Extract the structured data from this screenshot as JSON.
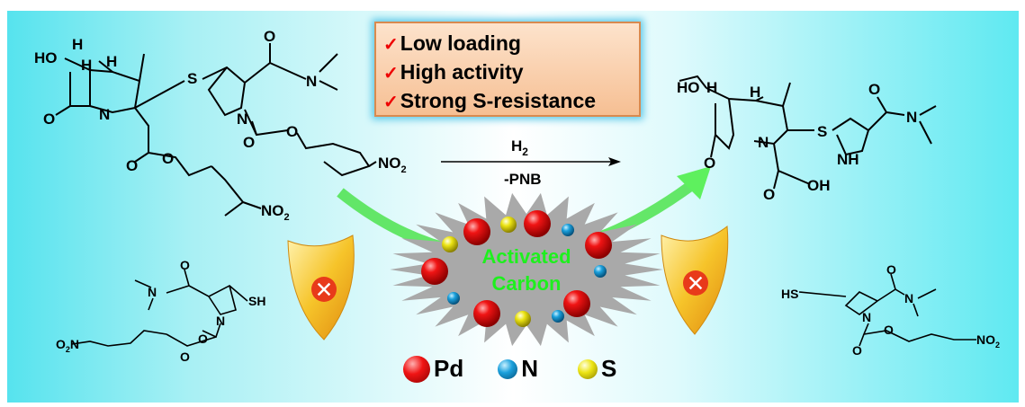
{
  "features": [
    "Low loading",
    "High activity",
    "Strong S-resistance"
  ],
  "reaction": {
    "reagent": "H2",
    "reagent_main": "H",
    "reagent_sub": "2",
    "byproduct": "-PNB"
  },
  "support": {
    "line1": "Activated",
    "line2": "Carbon"
  },
  "legend": [
    {
      "label": "Pd",
      "color": "#e81010"
    },
    {
      "label": "N",
      "color": "#1ba0dc"
    },
    {
      "label": "S",
      "color": "#e8e010"
    }
  ],
  "reactant_labels": {
    "ho": "HO",
    "h1": "H",
    "h2": "H",
    "h3": "H",
    "o_lactam": "O",
    "n_ring": "N",
    "s": "S",
    "n_pyr": "N",
    "o_amide": "O",
    "n_amide": "N",
    "o_carb1": "O",
    "o_carb2": "O",
    "o_ester1": "O",
    "o_ester2": "O",
    "no2_a": "NO",
    "no2_b": "NO"
  },
  "product_labels": {
    "ho": "HO",
    "h1": "H",
    "h2": "H",
    "n_ring": "N",
    "o_lactam": "O",
    "s": "S",
    "nh": "NH",
    "o_amide": "O",
    "n_amide": "N",
    "o_acid": "O",
    "oh": "OH"
  },
  "thiol_left_labels": {
    "o": "O",
    "n_amide": "N",
    "sh": "SH",
    "n_ring": "N",
    "o1": "O",
    "o2": "O",
    "o2n": "O",
    "o2n_tail": "N"
  },
  "thiol_right_labels": {
    "o": "O",
    "hs": "HS",
    "n_amide": "N",
    "n_ring": "N",
    "o1": "O",
    "o2": "O",
    "no2": "NO"
  },
  "colors": {
    "arrow": "#4ee34e",
    "support_text": "#1ef01e",
    "shield": "#f6c42a",
    "shield_mark": "#e83a1a"
  }
}
